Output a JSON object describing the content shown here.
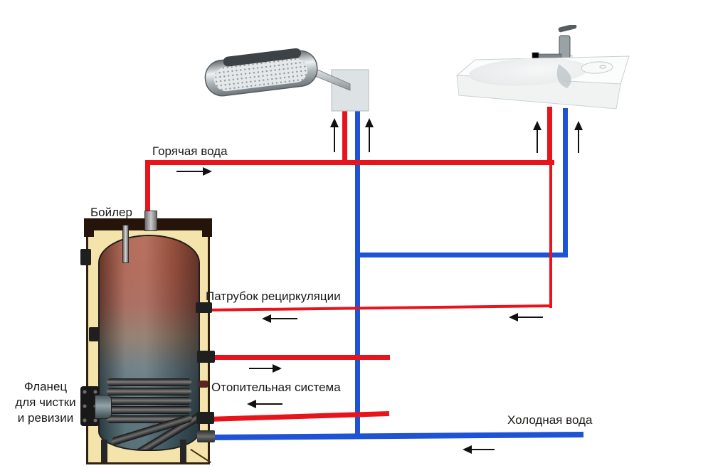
{
  "diagram": {
    "title": "",
    "labels": {
      "hot_water": "Горячая вода",
      "boiler": "Бойлер",
      "recirculation": "Патрубок рециркуляции",
      "heating_system": "Отопительная система",
      "flange": "Фланец\nдля чистки\nи ревизии",
      "cold_water": "Холодная вода"
    },
    "components": [
      "boiler-tank",
      "shower-head",
      "washbasin"
    ],
    "colors": {
      "hot_pipe": "#e8131b",
      "cold_pipe": "#1e53d5",
      "arrow": "#111111",
      "casing_fill": "#f4e4ab",
      "casing_border": "#32210f",
      "tank_top": "#ab5a45",
      "tank_bottom": "#405b64",
      "text": "#1a1a1a"
    }
  }
}
